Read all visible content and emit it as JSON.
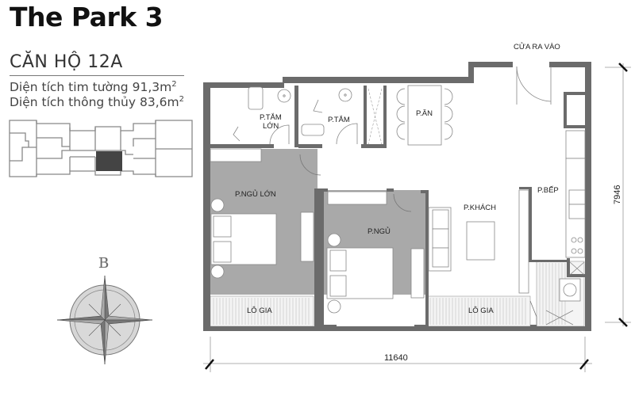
{
  "header": {
    "project_title": "The Park 3",
    "unit_name": "CĂN HỘ 12A",
    "area_lines": [
      {
        "label": "Diện tích tim tường",
        "value": "91,3m",
        "unit_sup": "2"
      },
      {
        "label": "Diện tích thông thủy",
        "value": "83,6m",
        "unit_sup": "2"
      }
    ]
  },
  "key_plan": {
    "highlighted_unit": "12A",
    "highlight_color": "#444444"
  },
  "compass": {
    "north_label": "B"
  },
  "rooms": {
    "master_bath": [
      "P.TẮM",
      "LỚN"
    ],
    "bath": "P.TẮM",
    "dining": "P.ĂN",
    "entrance": "CỬA RA VÀO",
    "master_bedroom": "P.NGỦ LỚN",
    "bedroom": "P.NGỦ",
    "living": "P.KHÁCH",
    "kitchen": "P.BẾP",
    "loggia_left": "LÔ GIA",
    "loggia_right": "LÔ GIA"
  },
  "dimensions": {
    "width": "11640",
    "height": "7946"
  },
  "colors": {
    "wall": "#6b6b6b",
    "bedroom_floor": "#a9a9a9",
    "line": "#8a8a8a"
  }
}
